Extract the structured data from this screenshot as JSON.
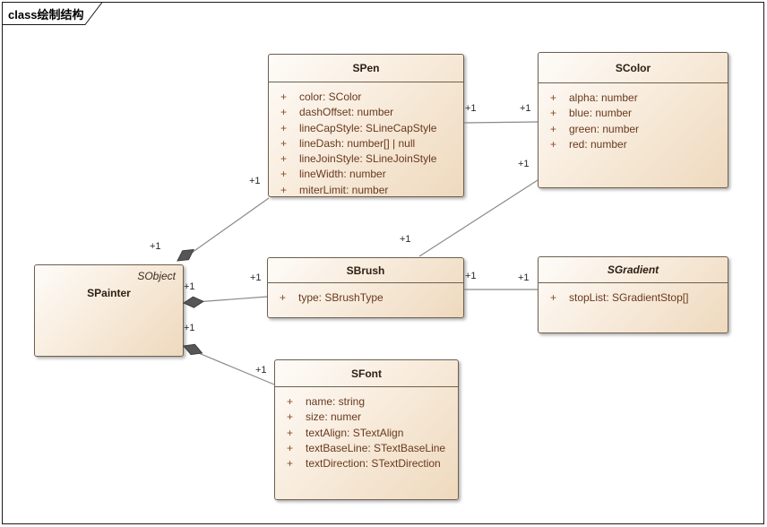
{
  "frame": {
    "label": "class绘制结构"
  },
  "classes": {
    "spainter": {
      "name": "SPainter",
      "parent_label": "SObject",
      "attributes": []
    },
    "spen": {
      "name": "SPen",
      "attributes": [
        {
          "visibility": "+",
          "text": "color: SColor"
        },
        {
          "visibility": "+",
          "text": "dashOffset: number"
        },
        {
          "visibility": "+",
          "text": "lineCapStyle: SLineCapStyle"
        },
        {
          "visibility": "+",
          "text": "lineDash: number[] | null"
        },
        {
          "visibility": "+",
          "text": "lineJoinStyle: SLineJoinStyle"
        },
        {
          "visibility": "+",
          "text": "lineWidth: number"
        },
        {
          "visibility": "+",
          "text": "miterLimit: number"
        }
      ]
    },
    "scolor": {
      "name": "SColor",
      "attributes": [
        {
          "visibility": "+",
          "text": "alpha: number"
        },
        {
          "visibility": "+",
          "text": "blue: number"
        },
        {
          "visibility": "+",
          "text": "green: number"
        },
        {
          "visibility": "+",
          "text": "red: number"
        }
      ]
    },
    "sbrush": {
      "name": "SBrush",
      "attributes": [
        {
          "visibility": "+",
          "text": "type: SBrushType"
        }
      ]
    },
    "sgradient": {
      "name": "SGradient",
      "abstract": true,
      "attributes": [
        {
          "visibility": "+",
          "text": "stopList: SGradientStop[]"
        }
      ]
    },
    "sfont": {
      "name": "SFont",
      "attributes": [
        {
          "visibility": "+",
          "text": "name: string"
        },
        {
          "visibility": "+",
          "text": "size: numer"
        },
        {
          "visibility": "+",
          "text": "textAlign: STextAlign"
        },
        {
          "visibility": "+",
          "text": "textBaseLine: STextBaseLine"
        },
        {
          "visibility": "+",
          "text": "textDirection: STextDirection"
        }
      ]
    }
  },
  "relations": [
    {
      "from": "SPainter",
      "to": "SPen",
      "type": "composition",
      "from_label": "+1",
      "to_label": "+1"
    },
    {
      "from": "SPainter",
      "to": "SBrush",
      "type": "composition",
      "from_label": "+1",
      "to_label": "+1"
    },
    {
      "from": "SPainter",
      "to": "SFont",
      "type": "composition",
      "from_label": "+1",
      "to_label": "+1"
    },
    {
      "from": "SPen",
      "to": "SColor",
      "type": "association",
      "from_label": "+1",
      "to_label": "+1"
    },
    {
      "from": "SBrush",
      "to": "SColor",
      "type": "association",
      "from_label": "+1",
      "to_label": "+1"
    },
    {
      "from": "SBrush",
      "to": "SGradient",
      "type": "association",
      "from_label": "+1",
      "to_label": "+1"
    }
  ],
  "colors": {
    "box_fill_light": "#fefcf9",
    "box_fill_dark": "#eed9bd",
    "box_border": "#6e6050",
    "title_text": "#2e2014",
    "attribute_text": "#69391d",
    "connector": "#8a8a8a",
    "diamond_fill": "#565656",
    "frame_border": "#1a1a1a"
  }
}
